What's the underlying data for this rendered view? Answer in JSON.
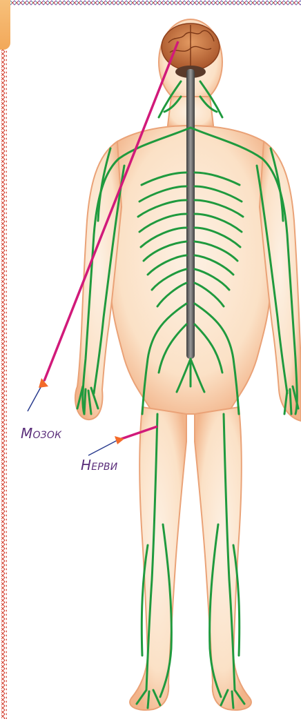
{
  "labels": {
    "brain": "Мозок",
    "nerves": "Нерви"
  },
  "colors": {
    "skin_light": "#fbe3cb",
    "skin_edge": "#f2b48a",
    "nerve": "#1f9a3e",
    "spine": "#6b6b6b",
    "brain": "#c8743f",
    "pointer": "#d11a7a",
    "label_text": "#5a2d7a",
    "border_red": "#d23a2a",
    "border_purple": "#8a3ab0",
    "border_teal": "#2aa6a0"
  },
  "icons": {
    "figure": "human-nervous-system-illustration"
  }
}
